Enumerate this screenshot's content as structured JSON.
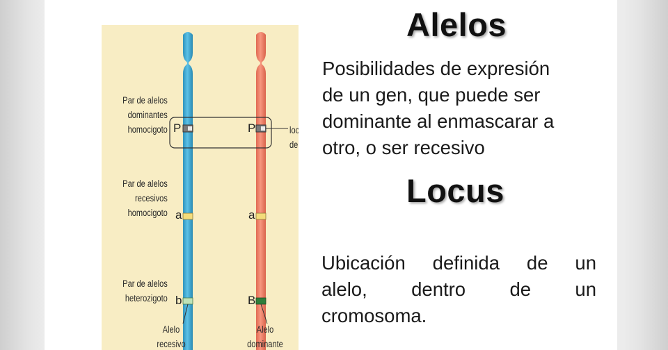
{
  "diagram": {
    "labels": {
      "dominant_pair": "Par de alelos\ndominantes\nhomocigoto",
      "recessive_pair": "Par de alelos\nrecesivos\nhomocigoto",
      "hetero_pair": "Par de alelos\nheterozigoto",
      "locus": "locus\nde un gen",
      "recessive_allele": "Alelo\nrecesivo",
      "dominant_allele": "Alelo\ndominante"
    },
    "letters": {
      "left_top": "P",
      "right_top": "P",
      "left_mid": "a",
      "right_mid": "a",
      "left_bottom": "b",
      "right_bottom": "B"
    },
    "colors": {
      "background": "#f8edc4",
      "chromosome_left": "#3aa6cf",
      "chromosome_right": "#ef7b62",
      "locus_dominant": "#7a7a7a",
      "locus_recessive": "#f3dc7a",
      "allele_dominant": "#2f7e3a",
      "allele_recessive": "#bfe3b8"
    }
  },
  "alelos": {
    "title": "Alelos",
    "lines": [
      "Posibilidades de expresión",
      "de un gen, que puede ser",
      "dominante al enmascarar a",
      "otro, o ser recesivo"
    ]
  },
  "locus": {
    "title": "Locus",
    "lines": [
      "Ubicación definida de un",
      "alelo, dentro de un",
      "cromosoma."
    ]
  }
}
